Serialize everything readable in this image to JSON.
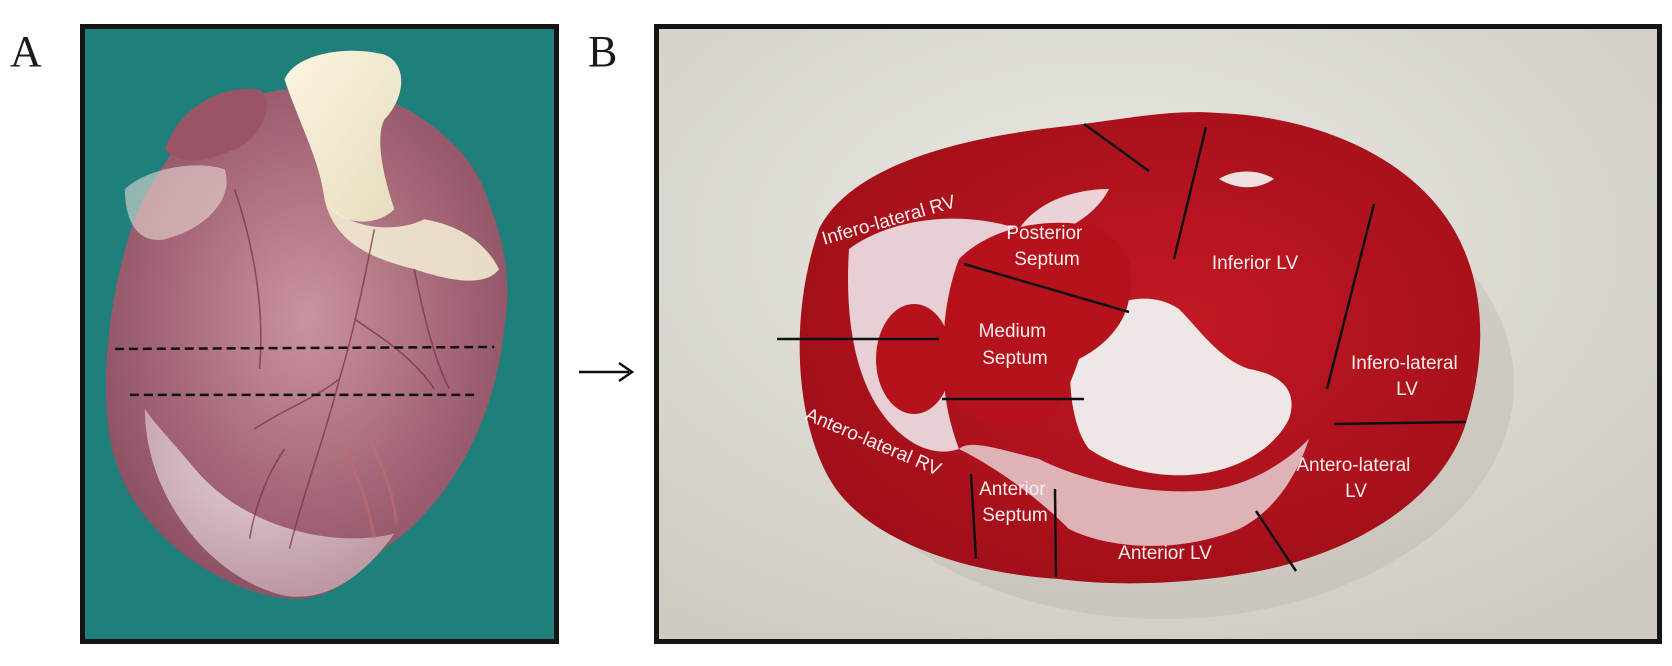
{
  "figure": {
    "panel_a": {
      "letter": "A"
    },
    "panel_b": {
      "letter": "B",
      "segments": {
        "infero_lateral_rv": "Infero-lateral RV",
        "posterior_septum": [
          "Posterior",
          "Septum"
        ],
        "inferior_lv": "Inferior LV",
        "medium_septum": [
          "Medium",
          "Septum"
        ],
        "infero_lateral_lv": [
          "Infero-lateral",
          "LV"
        ],
        "antero_lateral_rv": "Antero-lateral RV",
        "anterior_septum": [
          "Anterior",
          "Septum"
        ],
        "anterior_lv": "Anterior LV",
        "antero_lateral_lv": [
          "Antero-lateral",
          "LV"
        ]
      }
    },
    "arrow_glyph": "→"
  },
  "colors": {
    "background_cloth": "#1f7f7a",
    "heart_tissue": "#a86a7a",
    "fat_tissue": "#efe8cf",
    "myocardium_section": "#b5121c",
    "section_background": "#dedbd3"
  }
}
